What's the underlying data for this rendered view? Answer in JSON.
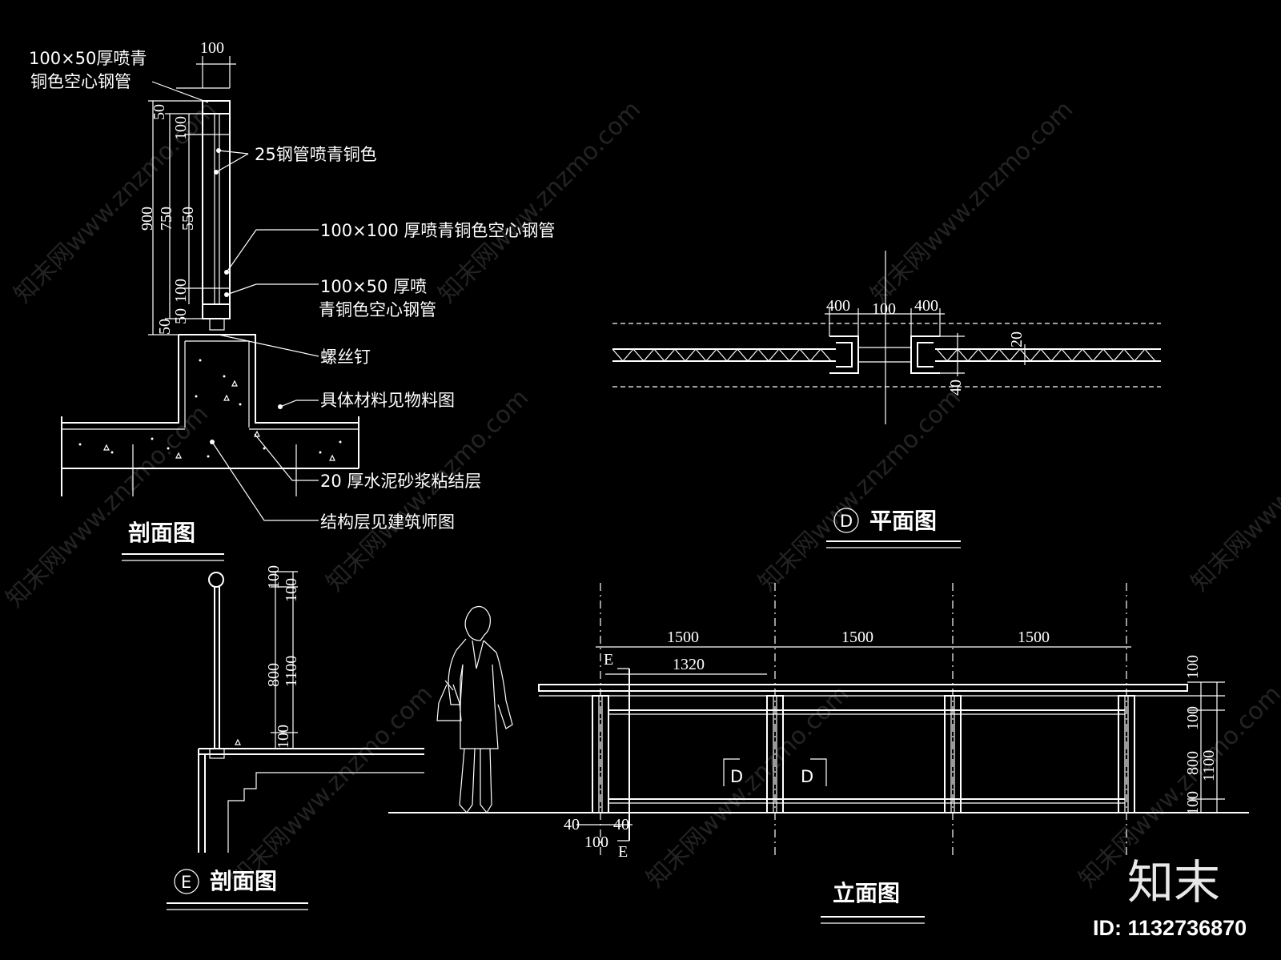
{
  "section_labels": {
    "top_pipe": "100×50厚喷青\n铜色空心钢管",
    "pipe25": "25钢管喷青铜色",
    "pipe100": "100×100 厚喷青铜色空心钢管",
    "pipe100x50": "100×50 厚喷\n青铜色空心钢管",
    "screw": "螺丝钉",
    "material": "具体材料见物料图",
    "mortar": "20 厚水泥砂浆粘结层",
    "structure": "结构层见建筑师图"
  },
  "titles": {
    "section": "剖面图",
    "plan_marker": "D",
    "plan": "平面图",
    "section_e_marker": "E",
    "section_e": "剖面图",
    "elevation": "立面图"
  },
  "section_dims": {
    "top": "100",
    "d50a": "50",
    "d100a": "100",
    "d550": "550",
    "d750": "750",
    "d900": "900",
    "d100b": "100",
    "d50b": "50",
    "d50c": "50"
  },
  "plan_dims": {
    "a": "400",
    "b": "100",
    "c": "400",
    "d20": "20",
    "d40": "40"
  },
  "e_dims": {
    "a": "100",
    "b": "100",
    "c": "800",
    "d": "1100",
    "e": "100"
  },
  "elev_dims": {
    "s1": "1500",
    "s2": "1500",
    "s3": "1500",
    "s4": "1320",
    "cut_e_top": "E",
    "cut_e_bot": "E",
    "d_mark1": "D",
    "d_mark2": "D",
    "r100a": "100",
    "r100b": "100",
    "r800": "800",
    "r1100": "1100",
    "r100c": "100",
    "b40a": "40",
    "b40b": "40",
    "b100": "100"
  },
  "watermark": {
    "text": "知末网www.znzmo.com",
    "logo": "知末",
    "id": "ID: 1132736870"
  }
}
